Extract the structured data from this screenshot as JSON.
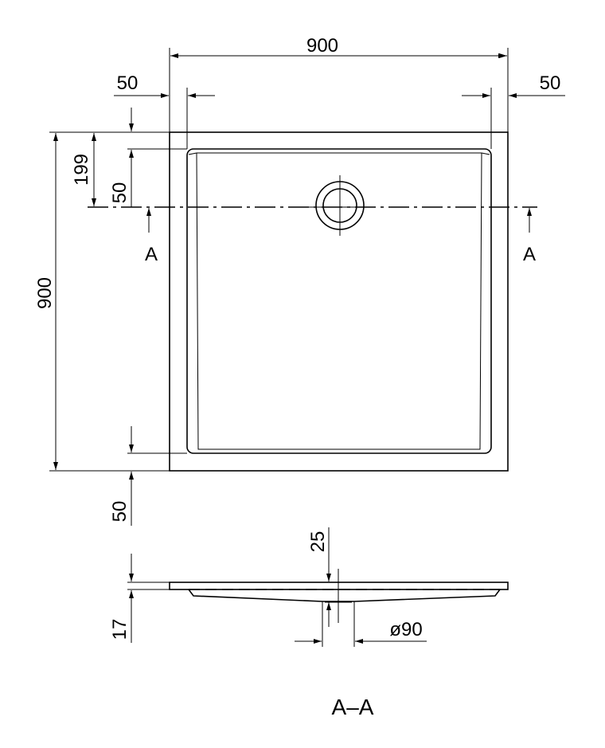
{
  "plan_view": {
    "dim_width": "900",
    "dim_left_rim": "50",
    "dim_right_rim": "50",
    "dim_height": "900",
    "dim_drain_offset": "199",
    "dim_top_rim": "50",
    "dim_bottom_rim": "50",
    "section_mark_left": "A",
    "section_mark_right": "A"
  },
  "section_view": {
    "dim_drain_depth": "25",
    "dim_thickness": "17",
    "dim_drain_diameter": "ø90",
    "title": "A–A"
  }
}
